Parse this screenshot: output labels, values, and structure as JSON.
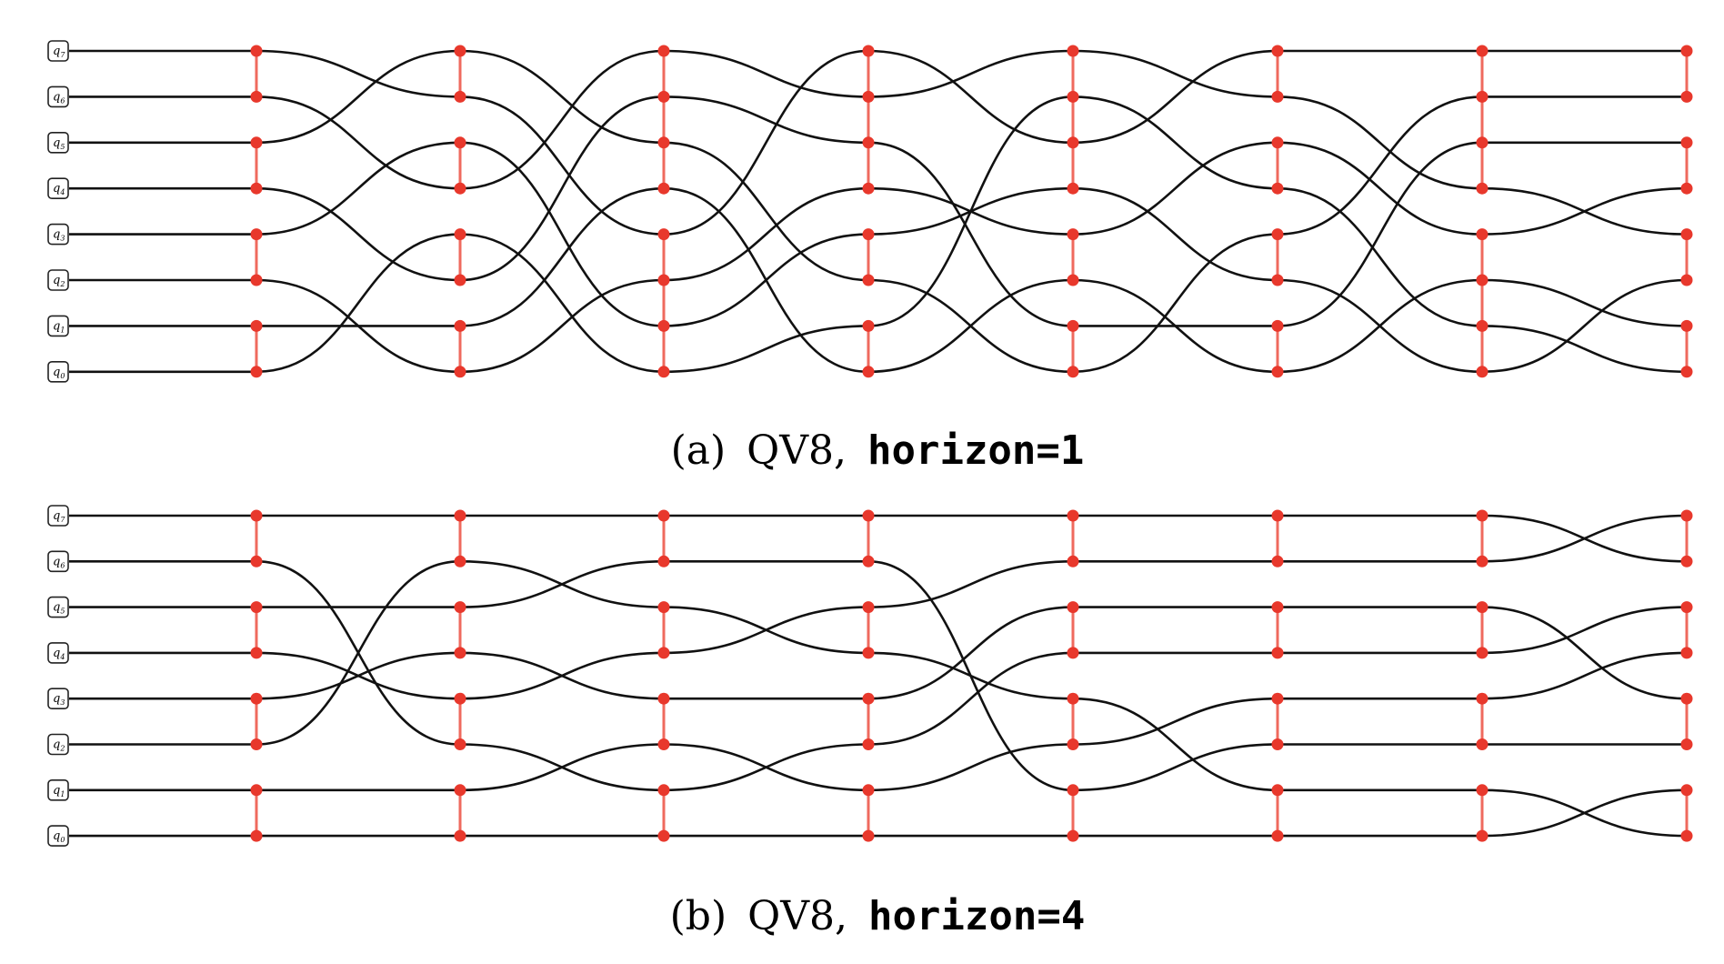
{
  "colors": {
    "wire": "#111111",
    "gate": "#e8382c",
    "gate_line": "#ef6a5e",
    "box_stroke": "#222222"
  },
  "qubit_labels": [
    {
      "base": "q",
      "sub": "7"
    },
    {
      "base": "q",
      "sub": "6"
    },
    {
      "base": "q",
      "sub": "5"
    },
    {
      "base": "q",
      "sub": "4"
    },
    {
      "base": "q",
      "sub": "3"
    },
    {
      "base": "q",
      "sub": "2"
    },
    {
      "base": "q",
      "sub": "1"
    },
    {
      "base": "q",
      "sub": "0"
    }
  ],
  "panels": [
    {
      "caption_label": "(a)",
      "caption_text": "QV8,",
      "caption_code": "horizon=1",
      "layer_pairs": [
        [
          [
            0,
            1
          ],
          [
            2,
            3
          ],
          [
            4,
            5
          ],
          [
            6,
            7
          ]
        ],
        [
          [
            0,
            1
          ],
          [
            2,
            3
          ],
          [
            4,
            5
          ],
          [
            6,
            7
          ]
        ],
        [
          [
            0,
            1
          ],
          [
            1,
            2
          ],
          [
            2,
            3
          ],
          [
            4,
            5
          ],
          [
            5,
            6
          ],
          [
            6,
            7
          ]
        ],
        [
          [
            0,
            1
          ],
          [
            1,
            2
          ],
          [
            2,
            3
          ],
          [
            4,
            5
          ],
          [
            6,
            7
          ]
        ],
        [
          [
            0,
            1
          ],
          [
            1,
            2
          ],
          [
            2,
            3
          ],
          [
            4,
            5
          ],
          [
            6,
            7
          ]
        ],
        [
          [
            0,
            1
          ],
          [
            2,
            3
          ],
          [
            4,
            5
          ],
          [
            6,
            7
          ]
        ],
        [
          [
            0,
            1
          ],
          [
            1,
            2
          ],
          [
            2,
            3
          ],
          [
            4,
            5
          ],
          [
            5,
            6
          ],
          [
            6,
            7
          ]
        ],
        [
          [
            0,
            1
          ],
          [
            2,
            3
          ],
          [
            4,
            5
          ],
          [
            6,
            7
          ]
        ]
      ],
      "perms": [
        [
          1,
          3,
          0,
          5,
          2,
          7,
          6,
          4
        ],
        [
          2,
          4,
          6,
          0,
          7,
          1,
          3,
          5
        ],
        [
          1,
          2,
          5,
          7,
          0,
          3,
          4,
          6
        ],
        [
          2,
          0,
          6,
          4,
          3,
          7,
          1,
          5
        ],
        [
          1,
          3,
          0,
          5,
          2,
          7,
          6,
          4
        ],
        [
          0,
          3,
          4,
          6,
          1,
          7,
          2,
          5
        ],
        [
          0,
          1,
          2,
          4,
          3,
          6,
          7,
          5
        ]
      ]
    },
    {
      "caption_label": "(b)",
      "caption_text": "QV8,",
      "caption_code": "horizon=4",
      "layer_pairs": [
        [
          [
            0,
            1
          ],
          [
            2,
            3
          ],
          [
            4,
            5
          ],
          [
            6,
            7
          ]
        ],
        [
          [
            0,
            1
          ],
          [
            2,
            3
          ],
          [
            4,
            5
          ],
          [
            6,
            7
          ]
        ],
        [
          [
            0,
            1
          ],
          [
            2,
            3
          ],
          [
            4,
            5
          ],
          [
            6,
            7
          ]
        ],
        [
          [
            0,
            1
          ],
          [
            2,
            3
          ],
          [
            4,
            5
          ],
          [
            6,
            7
          ]
        ],
        [
          [
            0,
            1
          ],
          [
            2,
            3
          ],
          [
            4,
            5
          ],
          [
            6,
            7
          ]
        ],
        [
          [
            0,
            1
          ],
          [
            2,
            3
          ],
          [
            4,
            5
          ],
          [
            6,
            7
          ]
        ],
        [
          [
            0,
            1
          ],
          [
            2,
            3
          ],
          [
            4,
            5
          ],
          [
            6,
            7
          ]
        ],
        [
          [
            0,
            1
          ],
          [
            2,
            3
          ],
          [
            4,
            5
          ],
          [
            6,
            7
          ]
        ]
      ],
      "perms": [
        [
          0,
          5,
          2,
          4,
          3,
          1,
          6,
          7
        ],
        [
          0,
          2,
          1,
          4,
          3,
          6,
          5,
          7
        ],
        [
          0,
          1,
          3,
          2,
          4,
          6,
          5,
          7
        ],
        [
          0,
          6,
          1,
          4,
          2,
          3,
          5,
          7
        ],
        [
          0,
          1,
          2,
          3,
          6,
          4,
          5,
          7
        ],
        [
          0,
          1,
          2,
          3,
          4,
          5,
          6,
          7
        ],
        [
          1,
          0,
          4,
          2,
          3,
          5,
          7,
          6
        ]
      ]
    }
  ]
}
